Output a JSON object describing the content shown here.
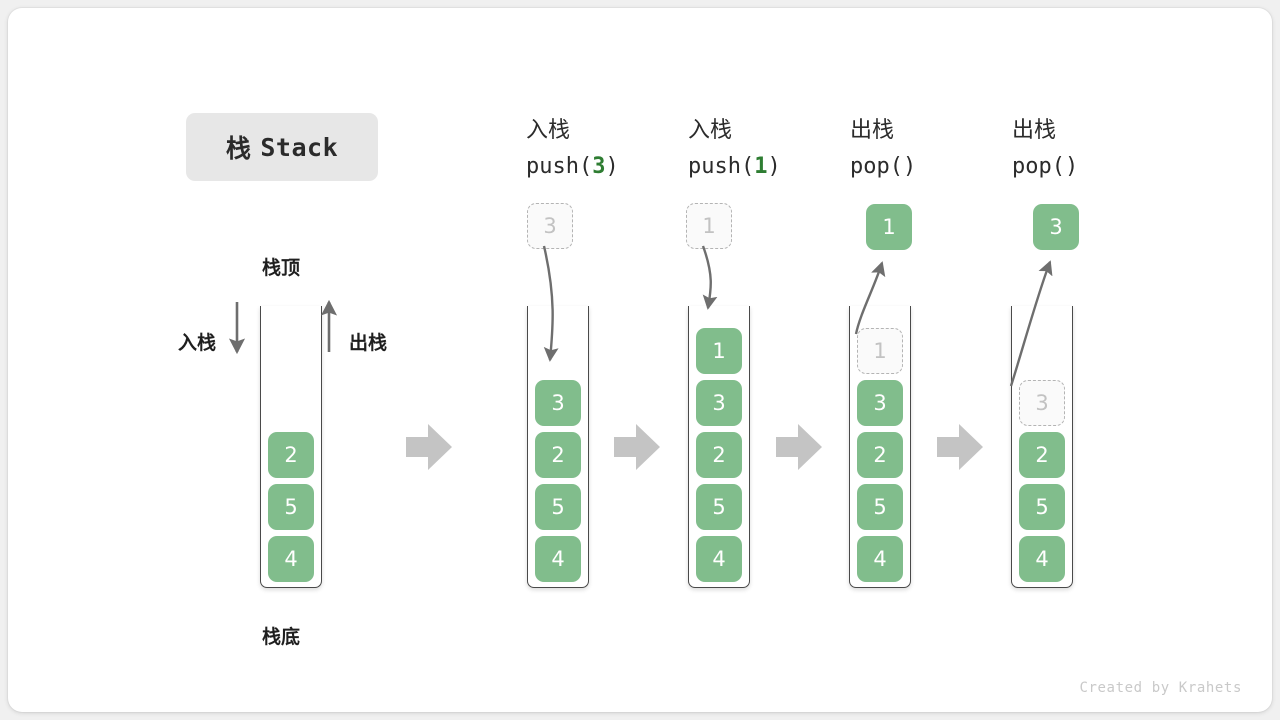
{
  "title_badge": {
    "cn": "栈",
    "en": "Stack"
  },
  "labels": {
    "top": "栈顶",
    "bottom": "栈底",
    "push_side": "入栈",
    "pop_side": "出栈"
  },
  "footer": "Created by Krahets",
  "colors": {
    "cell_fill": "#81bd8c",
    "cell_text": "#ffffff",
    "ghost_border": "#b4b4b4",
    "ghost_text": "#c2c2c2",
    "accent_arg": "#2e7d32",
    "arrow": "#6e6e6e",
    "flow_arrow": "#c4c4c4",
    "container_stroke": "#4a4a4a",
    "badge_bg": "#e7e7e7",
    "canvas": "#ffffff"
  },
  "columns": [
    {
      "id": "initial",
      "op_cn": "",
      "op_code": "",
      "op_arg": "",
      "stack": [
        "2",
        "5",
        "4"
      ],
      "ghost_in_stack": null,
      "floating_cell": null,
      "arrow": null
    },
    {
      "id": "push-3",
      "op_cn": "入栈",
      "op_code_prefix": "push(",
      "op_arg": "3",
      "op_code_suffix": ")",
      "stack": [
        "3",
        "2",
        "5",
        "4"
      ],
      "ghost_in_stack": null,
      "floating_cell": "3",
      "arrow": "down-into-stack"
    },
    {
      "id": "push-1",
      "op_cn": "入栈",
      "op_code_prefix": "push(",
      "op_arg": "1",
      "op_code_suffix": ")",
      "stack": [
        "1",
        "3",
        "2",
        "5",
        "4"
      ],
      "ghost_in_stack": null,
      "floating_cell": "1",
      "arrow": "down-into-stack"
    },
    {
      "id": "pop-1",
      "op_cn": "出栈",
      "op_code_prefix": "pop(",
      "op_arg": "",
      "op_code_suffix": ")",
      "stack": [
        "3",
        "2",
        "5",
        "4"
      ],
      "ghost_in_stack": "1",
      "floating_cell": "1",
      "arrow": "up-out-of-stack"
    },
    {
      "id": "pop-3",
      "op_cn": "出栈",
      "op_code_prefix": "pop(",
      "op_arg": "",
      "op_code_suffix": ")",
      "stack": [
        "2",
        "5",
        "4"
      ],
      "ghost_in_stack": "3",
      "floating_cell": "3",
      "arrow": "up-out-of-stack"
    }
  ],
  "flow_arrows": 4
}
